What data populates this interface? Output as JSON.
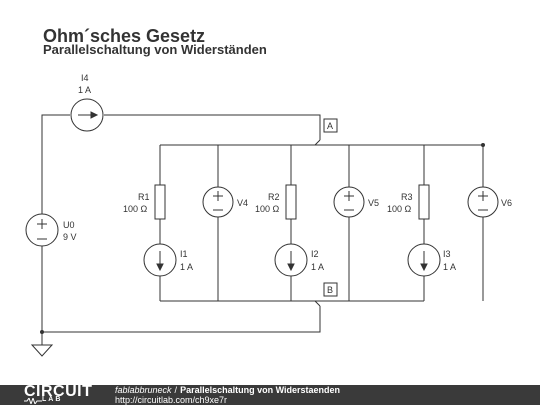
{
  "header": {
    "title": "Ohm´sches Gesetz",
    "subtitle": "Parallelschaltung von Widerständen"
  },
  "components": {
    "I4": {
      "name": "I4",
      "value": "1 A"
    },
    "U0": {
      "name": "U0",
      "value": "9 V"
    },
    "R1": {
      "name": "R1",
      "value": "100 Ω"
    },
    "R2": {
      "name": "R2",
      "value": "100 Ω"
    },
    "R3": {
      "name": "R3",
      "value": "100 Ω"
    },
    "V4": {
      "name": "V4"
    },
    "V5": {
      "name": "V5"
    },
    "V6": {
      "name": "V6"
    },
    "I1": {
      "name": "I1",
      "value": "1 A"
    },
    "I2": {
      "name": "I2",
      "value": "1 A"
    },
    "I3": {
      "name": "I3",
      "value": "1 A"
    }
  },
  "nodes": {
    "A": "A",
    "B": "B"
  },
  "footer": {
    "logo_top": "CIRCUIT",
    "logo_bottom": "LAB",
    "author": "fablabbruneck",
    "separator": "/",
    "project_title": "Parallelschaltung von Widerstaenden",
    "url": "http://circuitlab.com/ch9xe7r"
  },
  "colors": {
    "wire": "#333333",
    "footer_bg": "#3a3a3a",
    "background": "#ffffff"
  }
}
